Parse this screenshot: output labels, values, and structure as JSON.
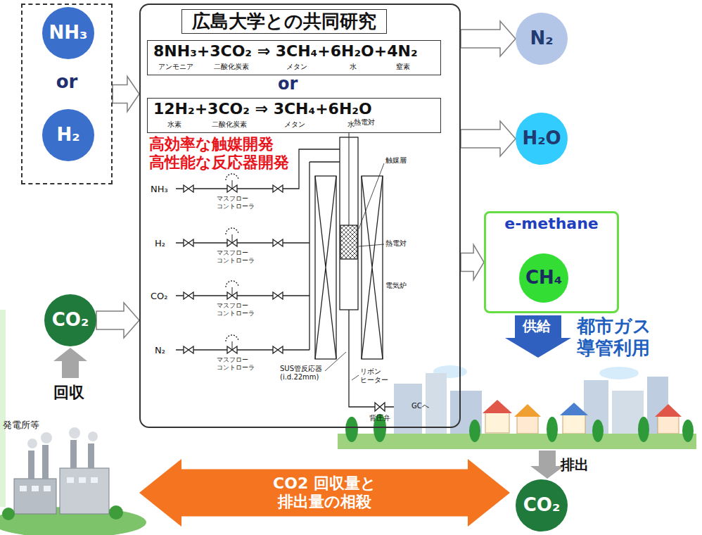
{
  "diagram": {
    "nodes": [
      {
        "text": [
          "or"
        ]
      },
      {
        "text": [
          "NH₃"
        ],
        "in": 0
      },
      {
        "text": [
          "H₂"
        ],
        "in": 0
      },
      {
        "text": [
          "CO₂"
        ]
      },
      {
        "text": [
          "広島大学との共同研究"
        ]
      },
      {
        "text": [
          "8NH₃+3CO₂ ⇒ 3CH₄+6H₂O+4N₂",
          "アンモニア",
          "二酸化炭素",
          "メタン",
          "水",
          "窒素"
        ],
        "in": 4
      },
      {
        "text": [
          "12H₂+3CO₂ ⇒ 3CH₄+6H₂O",
          "水素",
          "二酸化炭素",
          "メタン",
          "水"
        ],
        "in": 4
      },
      {
        "text": [
          "N₂"
        ]
      },
      {
        "text": [
          "H₂O"
        ]
      },
      {
        "text": [
          "e-methane"
        ]
      },
      {
        "text": [
          "CH₄"
        ],
        "in": 9
      },
      {
        "text": [
          "CO2 回収量と 排出量の相殺"
        ]
      },
      {
        "text": [
          "CO₂"
        ]
      }
    ],
    "edges": [
      {
        "from": 0,
        "to": 4,
        "arrow": "to"
      },
      {
        "from": 3,
        "to": 4,
        "arrow": "to"
      },
      {
        "from": 4,
        "to": 7,
        "arrow": "to"
      },
      {
        "from": 4,
        "to": 8,
        "arrow": "to"
      },
      {
        "from": 4,
        "to": 9,
        "arrow": "to"
      }
    ],
    "labels": [
      "or",
      "高効率な触媒開発 高性能な反応器開発",
      "NH₃",
      "H₂",
      "CO₂",
      "N₂",
      "マスフロー コントローラ",
      "マスフロー コントローラ",
      "マスフロー コントローラ",
      "マスフロー コントローラ",
      "熱電対",
      "触媒層",
      "熱電対",
      "電気炉",
      "SUS管反応器 (i.d.22mm)",
      "リボン ヒーター",
      "GCへ",
      "背圧弁",
      "回収",
      "発電所等",
      "供給",
      "都市ガス 導管利用",
      "排出"
    ]
  }
}
